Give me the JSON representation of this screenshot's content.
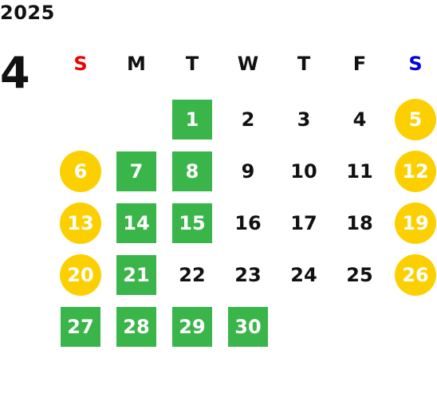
{
  "year": "2025",
  "month": "4",
  "colors": {
    "sunday": "#ee0000",
    "saturday": "#0000dd",
    "workday_green": "#3ab54a",
    "holiday_yellow": "#fcd000"
  },
  "weekdays": [
    "S",
    "M",
    "T",
    "W",
    "T",
    "F",
    "S"
  ],
  "days": [
    {
      "label": "1",
      "marker": "green"
    },
    {
      "label": "2",
      "marker": "none"
    },
    {
      "label": "3",
      "marker": "none"
    },
    {
      "label": "4",
      "marker": "none"
    },
    {
      "label": "5",
      "marker": "yellow"
    },
    {
      "label": "6",
      "marker": "yellow"
    },
    {
      "label": "7",
      "marker": "green"
    },
    {
      "label": "8",
      "marker": "green"
    },
    {
      "label": "9",
      "marker": "none"
    },
    {
      "label": "10",
      "marker": "none"
    },
    {
      "label": "11",
      "marker": "none"
    },
    {
      "label": "12",
      "marker": "yellow"
    },
    {
      "label": "13",
      "marker": "yellow"
    },
    {
      "label": "14",
      "marker": "green"
    },
    {
      "label": "15",
      "marker": "green"
    },
    {
      "label": "16",
      "marker": "none"
    },
    {
      "label": "17",
      "marker": "none"
    },
    {
      "label": "18",
      "marker": "none"
    },
    {
      "label": "19",
      "marker": "yellow"
    },
    {
      "label": "20",
      "marker": "yellow"
    },
    {
      "label": "21",
      "marker": "green"
    },
    {
      "label": "22",
      "marker": "none"
    },
    {
      "label": "23",
      "marker": "none"
    },
    {
      "label": "24",
      "marker": "none"
    },
    {
      "label": "25",
      "marker": "none"
    },
    {
      "label": "26",
      "marker": "yellow"
    },
    {
      "label": "27",
      "marker": "green"
    },
    {
      "label": "28",
      "marker": "green"
    },
    {
      "label": "29",
      "marker": "green"
    },
    {
      "label": "30",
      "marker": "green"
    }
  ]
}
